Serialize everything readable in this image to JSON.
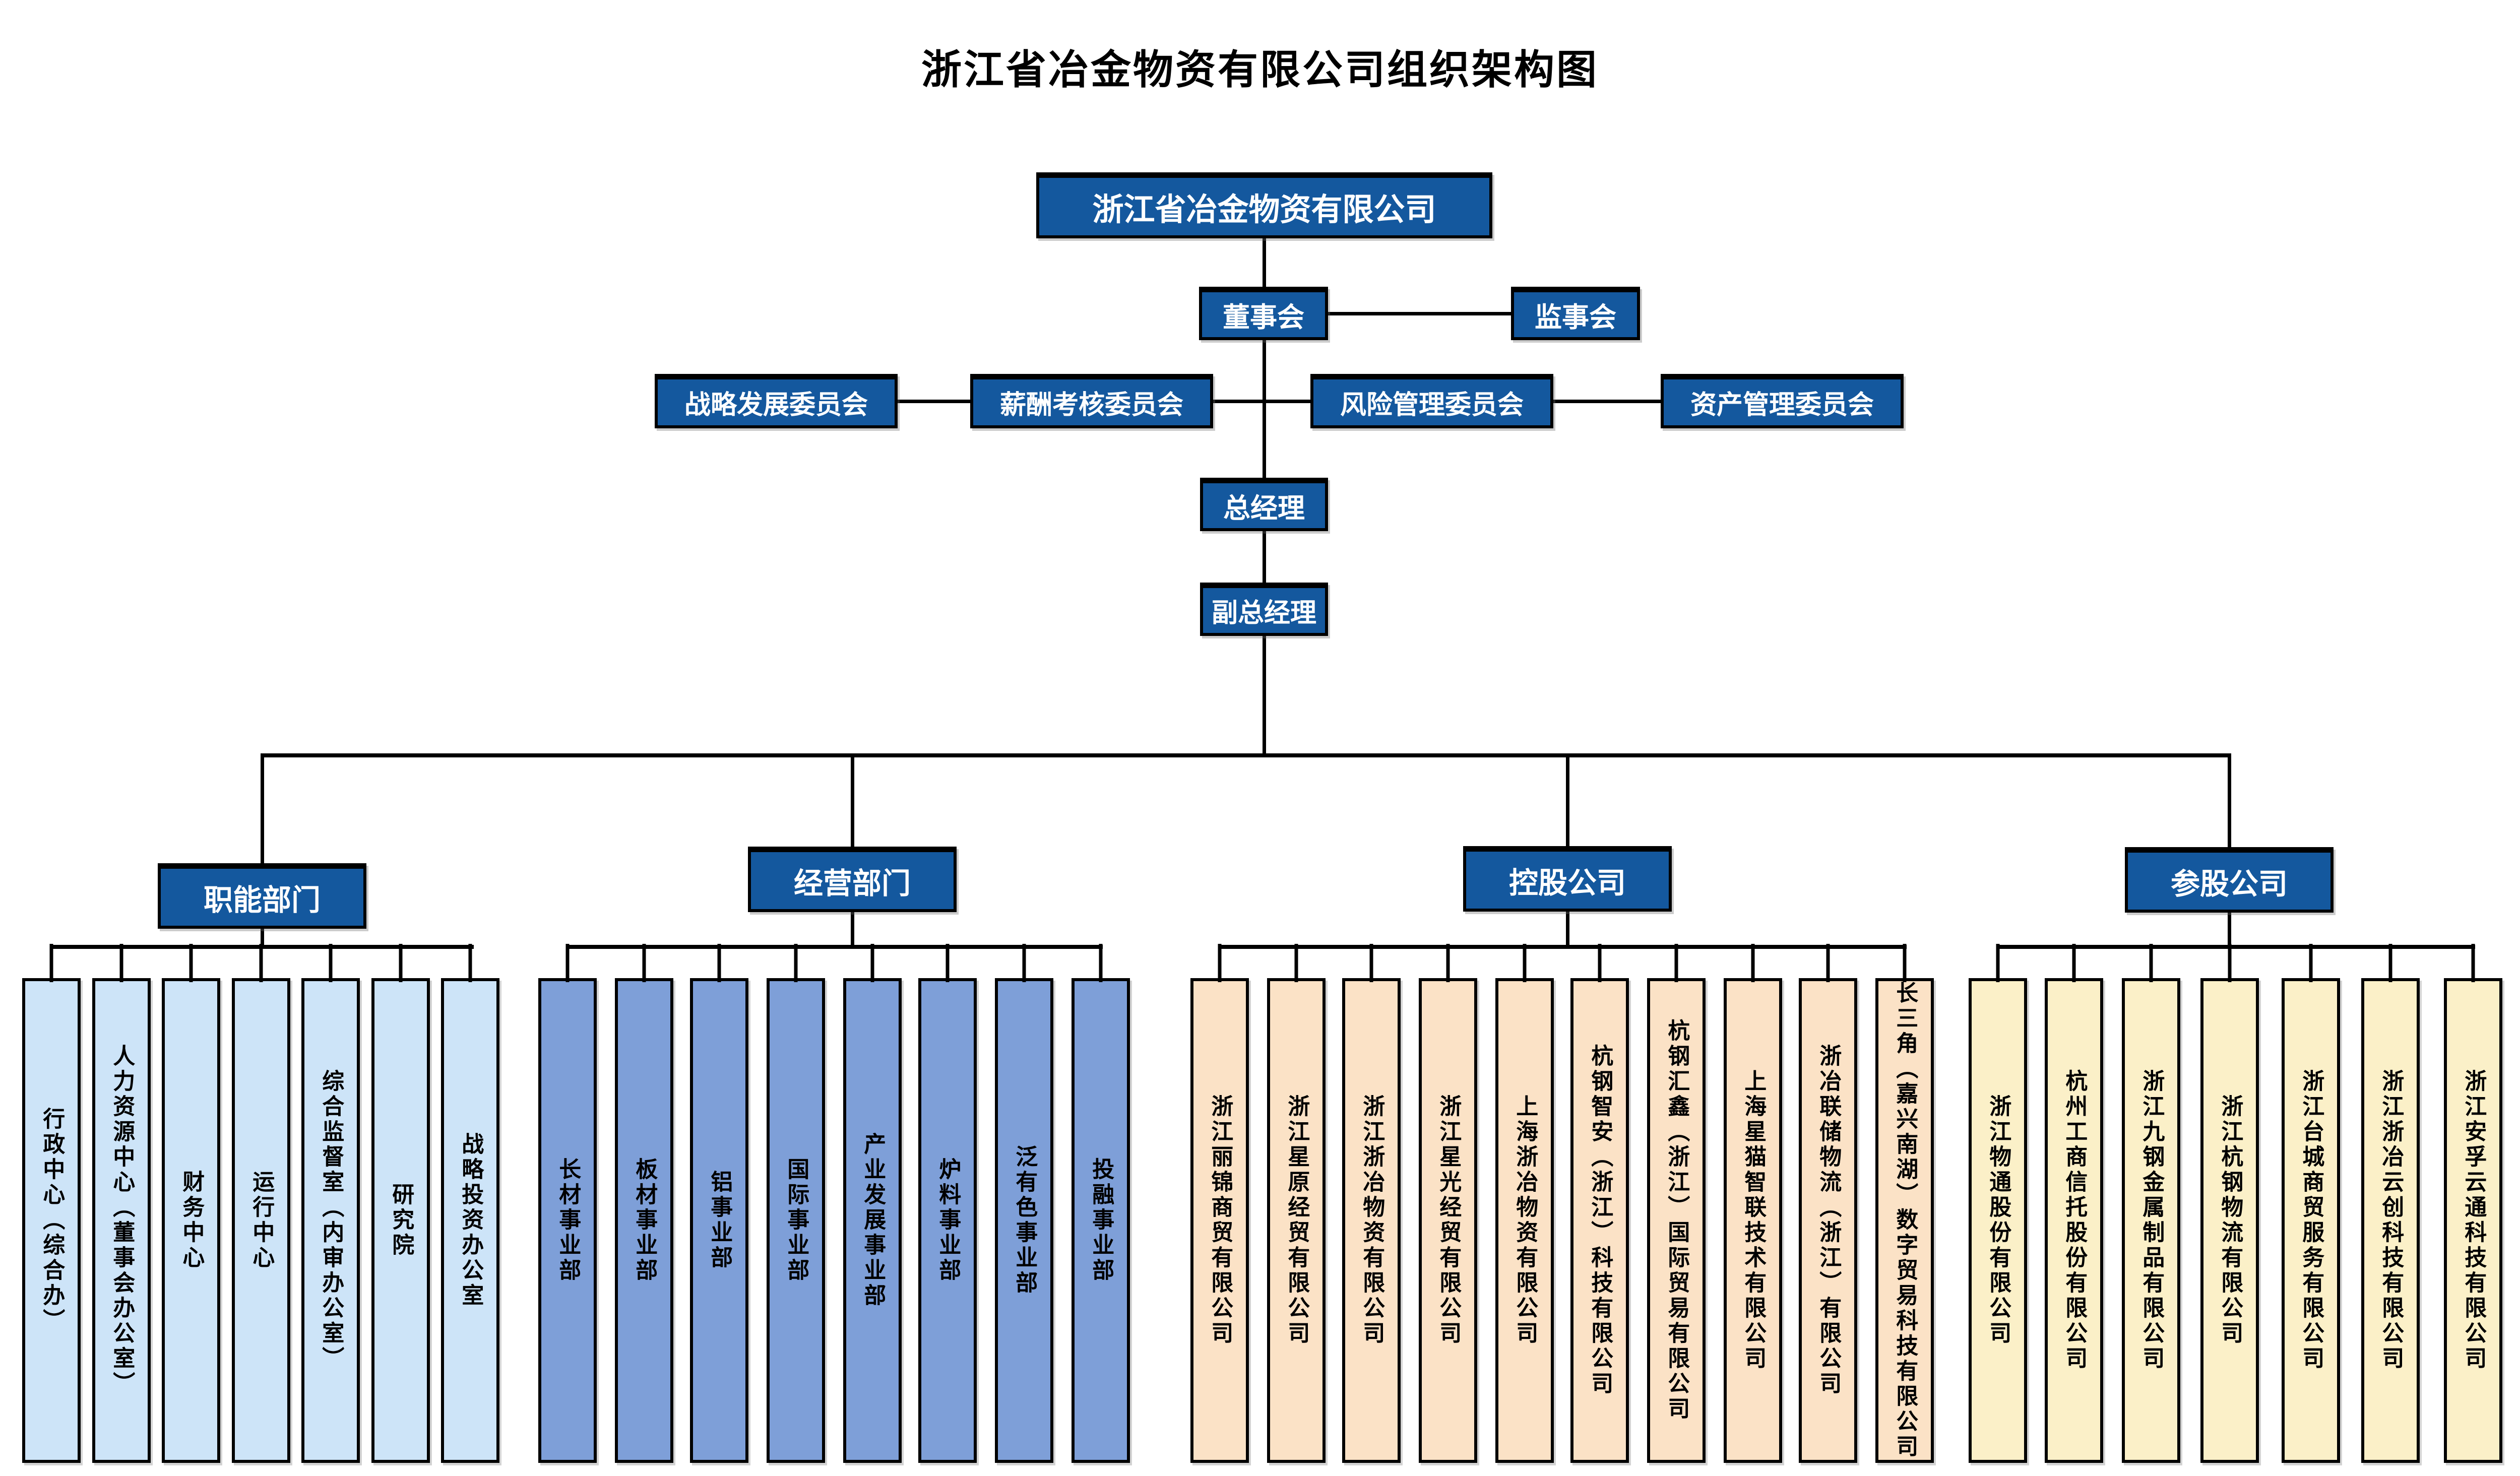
{
  "title": "浙江省冶金物资有限公司组织架构图",
  "root": {
    "label": "浙江省冶金物资有限公司"
  },
  "governance": {
    "board": "董事会",
    "supervisory_board": "监事会",
    "committees": [
      "战略发展委员会",
      "薪酬考核委员会",
      "风险管理委员会",
      "资产管理委员会"
    ],
    "general_manager": "总经理",
    "deputy_general_manager": "副总经理"
  },
  "branches": [
    {
      "label": "职能部门",
      "children": [
        "行政中心（综合办）",
        "人力资源中心（董事会办公室）",
        "财务中心",
        "运行中心",
        "综合监督室（内审办公室）",
        "研究院",
        "战略投资办公室"
      ]
    },
    {
      "label": "经营部门",
      "children": [
        "长材事业部",
        "板材事业部",
        "铝事业部",
        "国际事业部",
        "产业发展事业部",
        "炉料事业部",
        "泛有色事业部",
        "投融事业部"
      ]
    },
    {
      "label": "控股公司",
      "children": [
        "浙江丽锦商贸有限公司",
        "浙江星原经贸有限公司",
        "浙江浙冶物资有限公司",
        "浙江星光经贸有限公司",
        "上海浙冶物资有限公司",
        "杭钢智安（浙江）科技有限公司",
        "杭钢汇鑫（浙江）国际贸易有限公司",
        "上海星猫智联技术有限公司",
        "浙冶联储物流（浙江）有限公司",
        "长三角（嘉兴南湖）数字贸易科技有限公司"
      ]
    },
    {
      "label": "参股公司",
      "children": [
        "浙江物通股份有限公司",
        "杭州工商信托股份有限公司",
        "浙江九钢金属制品有限公司",
        "浙江杭钢物流有限公司",
        "浙江台城商贸服务有限公司",
        "浙江浙冶云创科技有限公司",
        "浙江安孚云通科技有限公司"
      ]
    }
  ],
  "colors": {
    "header_blue": "#14589E",
    "functional_light_blue": "#CDE4F8",
    "business_blue": "#7E9FD8",
    "holding_peach": "#FBE2C6",
    "participating_yellow": "#FBF0C8",
    "line_black": "#000000"
  }
}
